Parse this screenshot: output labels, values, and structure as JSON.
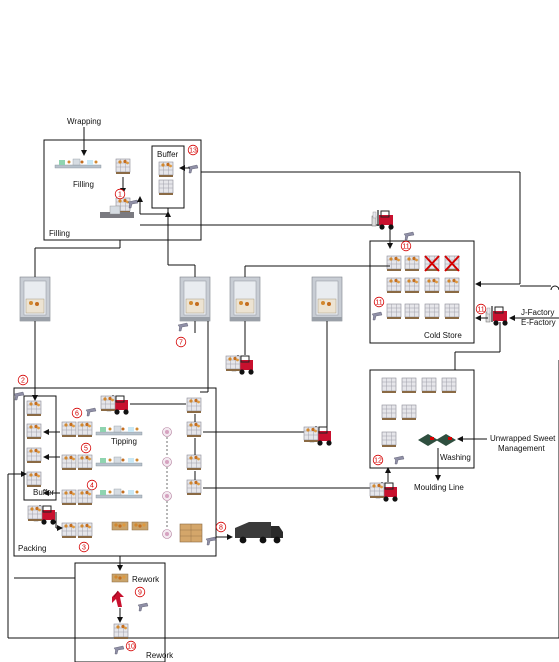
{
  "labels": {
    "wrapping": "Wrapping",
    "filling_station": "Filling",
    "filling_area": "Filling",
    "buffer_top": "Buffer",
    "tipping": "Tipping",
    "packing": "Packing",
    "buffer_packing": "Buffer",
    "cold_store": "Cold Store",
    "j_factory": "J-Factory",
    "e_factory": "E-Factory",
    "unwrapped_line1": "Unwrapped Sweet",
    "unwrapped_line2": "Management",
    "washing": "Washing",
    "moulding_line": "Moulding Line",
    "rework_station": "Rework",
    "rework_area": "Rework"
  },
  "markers": [
    "1",
    "2",
    "3",
    "4",
    "5",
    "6",
    "7",
    "8",
    "9",
    "10",
    "11",
    "11",
    "11",
    "12",
    "13"
  ],
  "colors": {
    "marker": "#d40000",
    "stroke": "#111111",
    "forklift": "#c8102e",
    "cross": "#d40000"
  }
}
